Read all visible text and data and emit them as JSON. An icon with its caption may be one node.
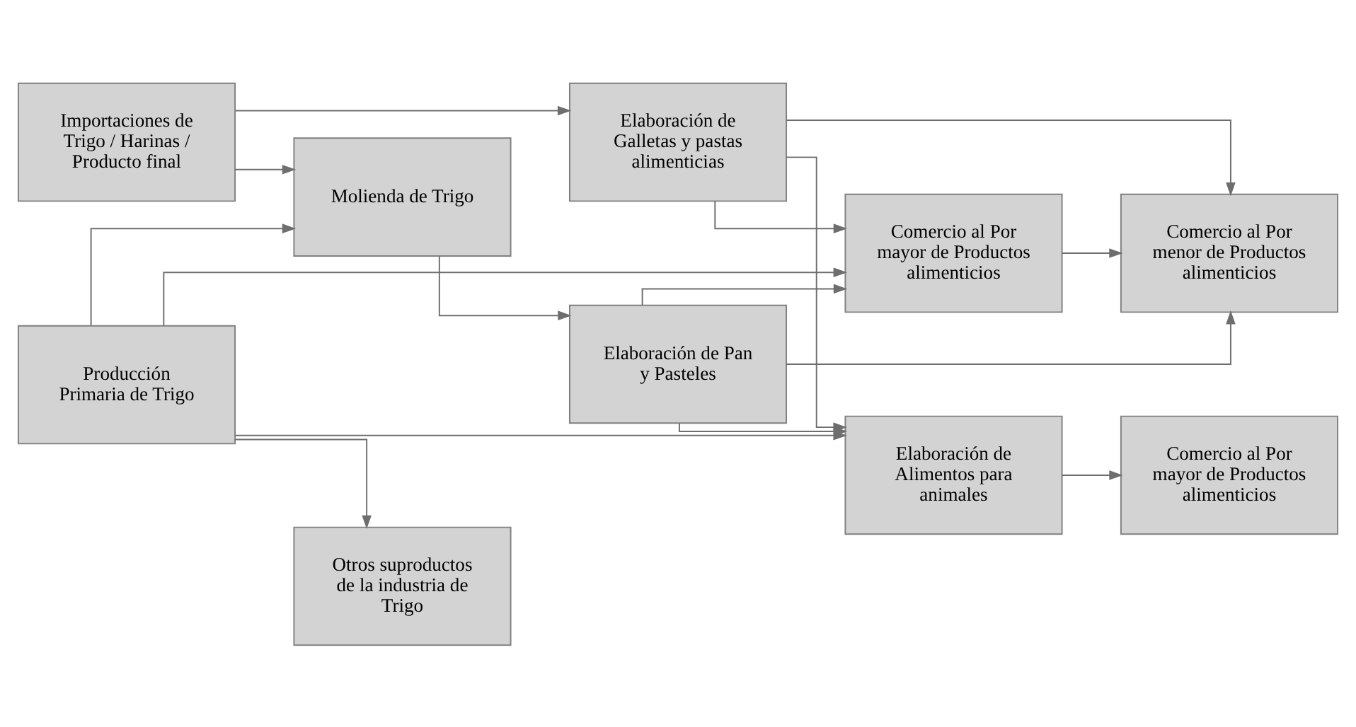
{
  "diagram": {
    "nodes": [
      {
        "text": [
          "Importaciones de Trigo / Harinas / Producto final"
        ]
      },
      {
        "text": [
          "Elaboración de Galletas y pastas alimenticias"
        ]
      },
      {
        "text": [
          "Comercio al Por mayor de Productos alimenticios"
        ]
      },
      {
        "text": [
          "Molienda de Trigo"
        ]
      },
      {
        "text": [
          "Elaboración de Pan y Pasteles"
        ]
      },
      {
        "text": [
          "Comercio al Por menor de Productos alimenticios"
        ]
      },
      {
        "text": [
          "Producción Primaria de Trigo"
        ]
      },
      {
        "text": [
          "Otros suproductos de la industria de Trigo"
        ]
      },
      {
        "text": [
          "Elaboración de Alimentos para animales"
        ]
      },
      {
        "text": [
          "Comercio al Por mayor de Productos alimenticios"
        ]
      }
    ],
    "edges": [
      {
        "from": 0,
        "to": 1,
        "arrow": "to"
      },
      {
        "from": 0,
        "to": 3,
        "arrow": "to"
      },
      {
        "from": 6,
        "to": 3,
        "arrow": "to"
      },
      {
        "from": 6,
        "to": 7,
        "arrow": "to"
      },
      {
        "from": 6,
        "to": 2,
        "arrow": "to"
      },
      {
        "from": 6,
        "to": 8,
        "arrow": "to"
      },
      {
        "from": 3,
        "to": 4,
        "arrow": "to"
      },
      {
        "from": 1,
        "to": 2,
        "arrow": "to"
      },
      {
        "from": 1,
        "to": 5,
        "arrow": "to"
      },
      {
        "from": 1,
        "to": 8,
        "arrow": "to"
      },
      {
        "from": 4,
        "to": 2,
        "arrow": "to"
      },
      {
        "from": 4,
        "to": 5,
        "arrow": "to"
      },
      {
        "from": 4,
        "to": 8,
        "arrow": "to"
      },
      {
        "from": 2,
        "to": 5,
        "arrow": "to"
      },
      {
        "from": 8,
        "to": 9,
        "arrow": "to"
      }
    ]
  }
}
